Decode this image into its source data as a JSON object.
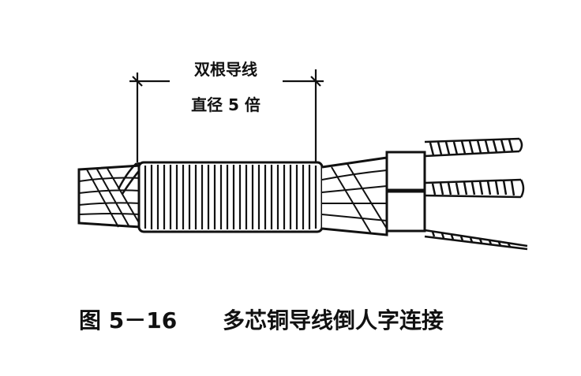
{
  "figure": {
    "dimension_label_line1": "双根导线",
    "dimension_label_line2": "直径 5 倍",
    "caption_number": "图 5－16",
    "caption_title": "多芯铜导线倒人字连接"
  }
}
